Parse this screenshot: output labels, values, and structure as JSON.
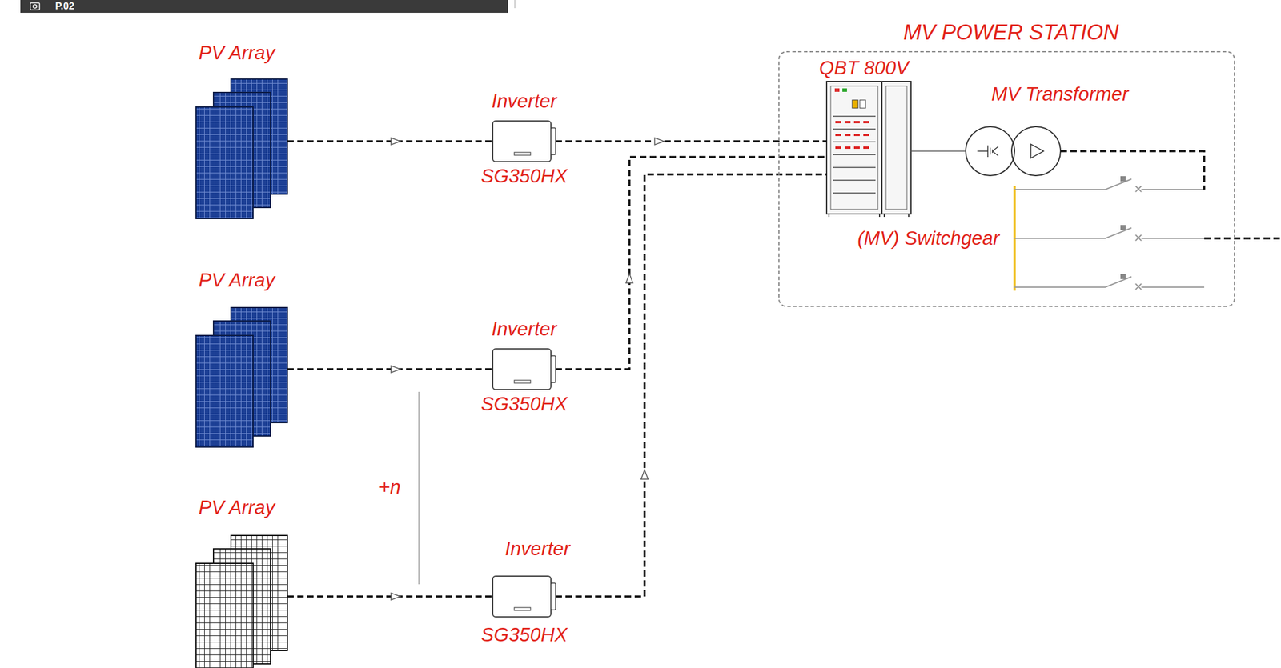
{
  "diagram": {
    "title": "MV POWER STATION",
    "nodes": [
      {
        "text": [
          "PV Array"
        ]
      },
      {
        "text": [
          "Inverter",
          "SG350HX"
        ]
      },
      {
        "text": [
          "PV Array"
        ]
      },
      {
        "text": [
          "Inverter",
          "SG350HX"
        ]
      },
      {
        "text": [
          "PV Array"
        ]
      },
      {
        "text": [
          "Inverter",
          "SG350HX"
        ]
      },
      {
        "text": [
          "MV POWER STATION"
        ]
      },
      {
        "text": [
          "QBT 800V"
        ],
        "in": 6
      },
      {
        "text": [
          "MV Transformer"
        ],
        "in": 6
      },
      {
        "text": [
          "(MV) Switchgear"
        ],
        "in": 6
      }
    ],
    "edges": [
      {
        "from": 0,
        "to": 1,
        "arrow": "to"
      },
      {
        "from": 2,
        "to": 3,
        "arrow": "to"
      },
      {
        "from": 4,
        "to": 5,
        "arrow": "to"
      },
      {
        "from": 1,
        "to": 7,
        "arrow": "to"
      },
      {
        "from": 3,
        "to": 7,
        "arrow": "to"
      },
      {
        "from": 5,
        "to": 7,
        "arrow": "to"
      },
      {
        "from": 7,
        "to": 8,
        "arrow": "none"
      },
      {
        "from": 8,
        "to": 9,
        "arrow": "none"
      }
    ],
    "labels": [
      "P.02",
      "+n"
    ]
  }
}
